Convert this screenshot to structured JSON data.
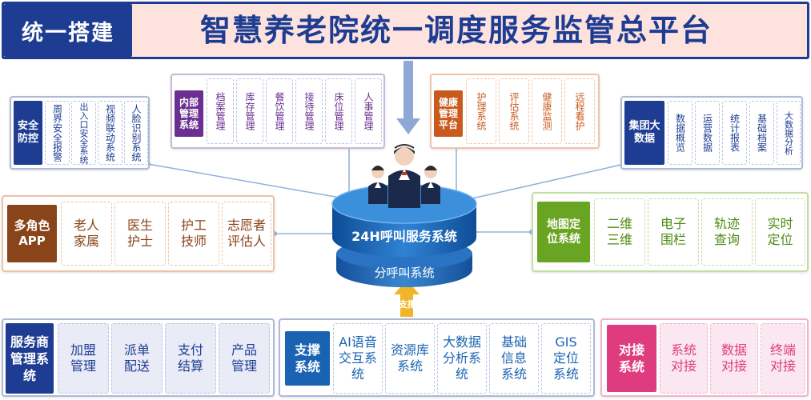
{
  "header": {
    "badge": "统一搭建",
    "title": "智慧养老院统一调度服务监管总平台"
  },
  "colors": {
    "navy": "#1e3d92",
    "purple": "#6a2f90",
    "orange": "#c85a1e",
    "green": "#6aa423",
    "brown": "#8a4419",
    "pink": "#de3c7e",
    "blue": "#1a63b2"
  },
  "internal": {
    "head": "内部管理系统",
    "items": [
      "档案管理",
      "库存管理",
      "餐饮管理",
      "接待管理",
      "床位管理",
      "人事管理"
    ]
  },
  "health": {
    "head": "健康管理平台",
    "items": [
      "护理系统",
      "评估系统",
      "健康监测",
      "远程看护"
    ]
  },
  "security": {
    "head": "安全防控",
    "items": [
      "周界安全报警",
      "出入口安全系统",
      "视频联动系统",
      "人脸识别系统"
    ]
  },
  "bigdata": {
    "head": "集团大数据",
    "items": [
      "数据概览",
      "运营数据",
      "统计报表",
      "基础档案",
      "大数据分析"
    ]
  },
  "app": {
    "head": "多角色APP",
    "items": [
      "老人家属",
      "医生护士",
      "护工技师",
      "志愿者评估人"
    ]
  },
  "map": {
    "head": "地图定位系统",
    "items": [
      "二维三维",
      "电子围栏",
      "轨迹查询",
      "实时定位"
    ]
  },
  "center": {
    "main": "24H呼叫服务系统",
    "sub": "分呼叫系统",
    "support_label": "支撑"
  },
  "provider": {
    "head": "服务商管理系统",
    "items": [
      "加盟管理",
      "派单配送",
      "支付结算",
      "产品管理"
    ]
  },
  "support": {
    "head": "支撑系统",
    "items": [
      "AI语音交互系统",
      "资源库系统",
      "大数据分析系统",
      "基础信息系统",
      "GIS定位系统"
    ]
  },
  "interface": {
    "head": "对接系统",
    "items": [
      "系统对接",
      "数据对接",
      "终端对接"
    ]
  }
}
